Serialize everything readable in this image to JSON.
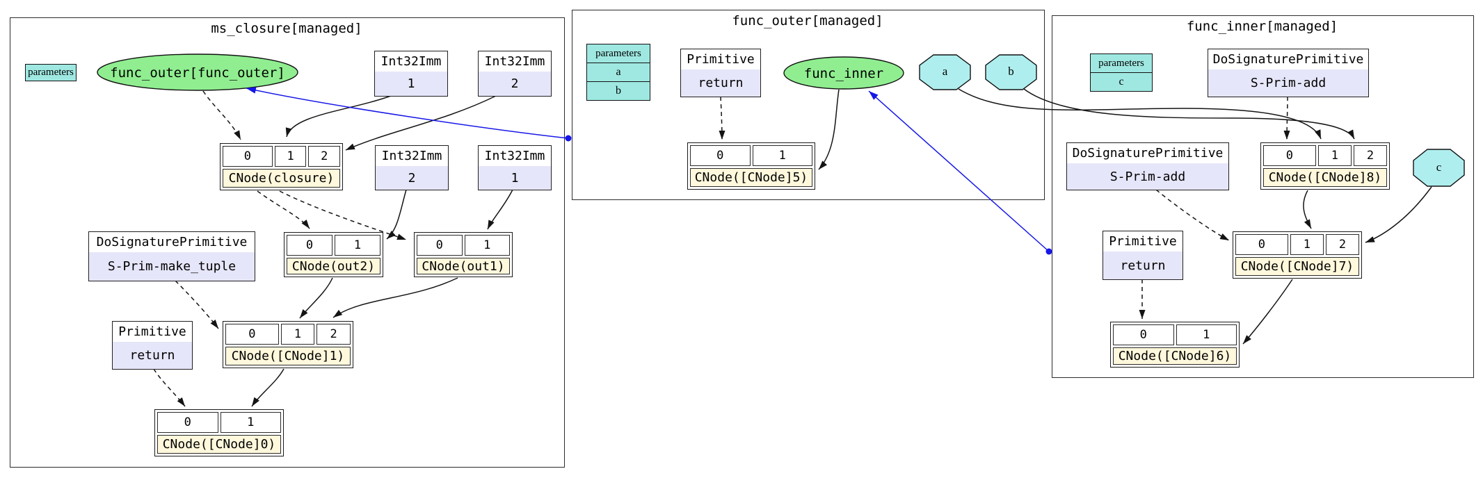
{
  "clusters": [
    {
      "title": "ms_closure[managed]",
      "parameters_box": {
        "header": "parameters",
        "rows": []
      },
      "nodes": {
        "func_outer_ellipse": {
          "label": "func_outer[func_outer]"
        },
        "int32imm_1a": {
          "header": "Int32Imm",
          "value": "1"
        },
        "int32imm_2a": {
          "header": "Int32Imm",
          "value": "2"
        },
        "cnode_closure": {
          "cells": [
            "0",
            "1",
            "2"
          ],
          "label": "CNode(closure)"
        },
        "int32imm_2b": {
          "header": "Int32Imm",
          "value": "2"
        },
        "int32imm_1b": {
          "header": "Int32Imm",
          "value": "1"
        },
        "make_tuple": {
          "header": "DoSignaturePrimitive",
          "value": "S-Prim-make_tuple"
        },
        "cnode_out2": {
          "cells": [
            "0",
            "1"
          ],
          "label": "CNode(out2)"
        },
        "cnode_out1": {
          "cells": [
            "0",
            "1"
          ],
          "label": "CNode(out1)"
        },
        "return_prim": {
          "header": "Primitive",
          "value": "return"
        },
        "cnode_1": {
          "cells": [
            "0",
            "1",
            "2"
          ],
          "label": "CNode([CNode]1)"
        },
        "cnode_0": {
          "cells": [
            "0",
            "1"
          ],
          "label": "CNode([CNode]0)"
        }
      }
    },
    {
      "title": "func_outer[managed]",
      "parameters_box": {
        "header": "parameters",
        "rows": [
          "a",
          "b"
        ]
      },
      "nodes": {
        "return_prim": {
          "header": "Primitive",
          "value": "return"
        },
        "func_inner_ellipse": {
          "label": "func_inner"
        },
        "octagon_a": {
          "label": "a"
        },
        "octagon_b": {
          "label": "b"
        },
        "cnode_5": {
          "cells": [
            "0",
            "1"
          ],
          "label": "CNode([CNode]5)"
        }
      }
    },
    {
      "title": "func_inner[managed]",
      "parameters_box": {
        "header": "parameters",
        "rows": [
          "c"
        ]
      },
      "nodes": {
        "add_top": {
          "header": "DoSignaturePrimitive",
          "value": "S-Prim-add"
        },
        "add_low": {
          "header": "DoSignaturePrimitive",
          "value": "S-Prim-add"
        },
        "cnode_8": {
          "cells": [
            "0",
            "1",
            "2"
          ],
          "label": "CNode([CNode]8)"
        },
        "octagon_c": {
          "label": "c"
        },
        "return_prim": {
          "header": "Primitive",
          "value": "return"
        },
        "cnode_7": {
          "cells": [
            "0",
            "1",
            "2"
          ],
          "label": "CNode([CNode]7)"
        },
        "cnode_6": {
          "cells": [
            "0",
            "1"
          ],
          "label": "CNode([CNode]6)"
        }
      }
    }
  ],
  "colors": {
    "funcgraph_fill": "#90EE90",
    "parameter_fill": "#9FE8E2",
    "octagon_fill": "#AFEEEE",
    "value_fill": "#E6E6FA",
    "cnode_label_fill": "#FFF8DC",
    "edge_highlight": "#1616E8"
  }
}
